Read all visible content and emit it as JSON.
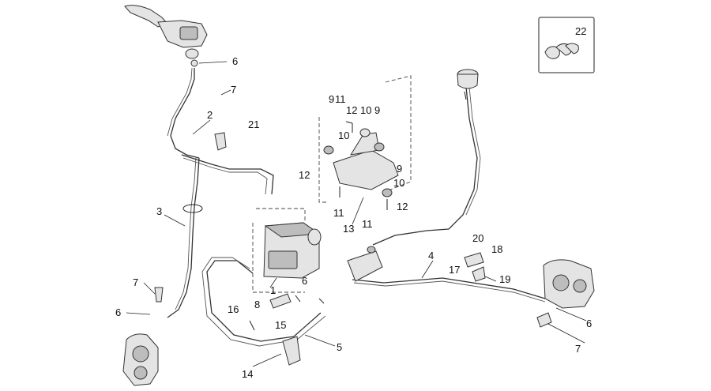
{
  "callouts": {
    "c1": "1",
    "c2": "2",
    "c3": "3",
    "c4": "4",
    "c5": "5",
    "c6a": "6",
    "c6b": "6",
    "c6c": "6",
    "c6d": "6",
    "c7a": "7",
    "c7b": "7",
    "c7c": "7",
    "c8": "8",
    "c9a": "9",
    "c9b": "9",
    "c9c": "9",
    "c10a": "10",
    "c10b": "10",
    "c10c": "10",
    "c11a": "11",
    "c11b": "11",
    "c11c": "11",
    "c12a": "12",
    "c12b": "12",
    "c12c": "12",
    "c13": "13",
    "c14": "14",
    "c15": "15",
    "c16": "16",
    "c17": "17",
    "c18": "18",
    "c19": "19",
    "c20": "20",
    "c21": "21",
    "c22": "22"
  },
  "colors": {
    "line": "#222222",
    "part_fill": "#e4e4e4",
    "part_dark": "#bdbdbd",
    "background": "#ffffff"
  }
}
